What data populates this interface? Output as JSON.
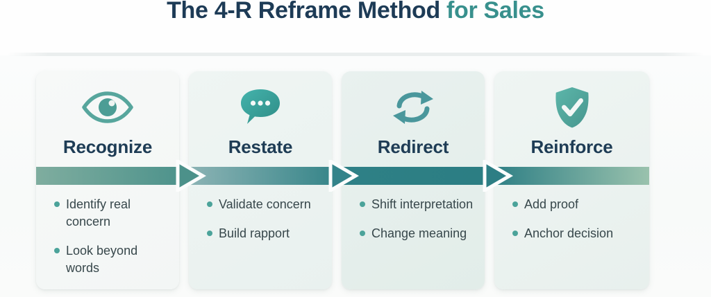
{
  "title": {
    "main": "The 4-R Reframe Method",
    "accent": "for Sales"
  },
  "colors": {
    "title_navy": "#1d3b56",
    "title_teal": "#38908d",
    "heading_navy": "#1e3c55",
    "bullet_dot_teal": "#4ba39a",
    "band_start_green": "#7fad9f",
    "band_dark_teal": "#2e7f85",
    "band_end_sage": "#9ac2ad"
  },
  "steps": [
    {
      "name": "Recognize",
      "icon": "eye-icon",
      "bullets": [
        "Identify real concern",
        "Look beyond words"
      ]
    },
    {
      "name": "Restate",
      "icon": "speech-bubble-icon",
      "bullets": [
        "Validate concern",
        "Build rapport"
      ]
    },
    {
      "name": "Redirect",
      "icon": "cycle-arrows-icon",
      "bullets": [
        "Shift interpretation",
        "Change meaning"
      ]
    },
    {
      "name": "Reinforce",
      "icon": "shield-check-icon",
      "bullets": [
        "Add proof",
        "Anchor decision"
      ]
    }
  ]
}
